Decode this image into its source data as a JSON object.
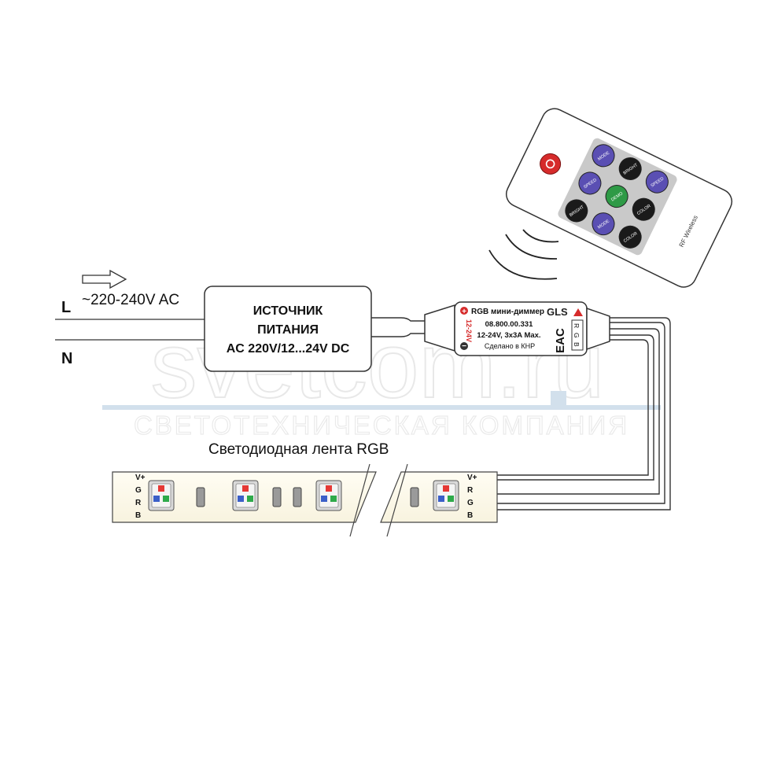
{
  "input": {
    "voltage_label": "~220-240V AC",
    "line_l": "L",
    "line_n": "N"
  },
  "psu": {
    "title_line1": "ИСТОЧНИК",
    "title_line2": "ПИТАНИЯ",
    "title_line3": "AC 220V/12...24V DC"
  },
  "dimmer": {
    "title": "RGB мини-диммер",
    "brand": "GLS",
    "article": "08.800.00.331",
    "rating": "12-24V,  3x3A Max.",
    "made_in": "Сделано в КНР",
    "cert": "EAC",
    "input_label": "12-24V",
    "plus_symbol": "+",
    "minus_symbol": "−",
    "pins": [
      "R",
      "G",
      "B"
    ]
  },
  "remote": {
    "buttons": [
      {
        "label": "MODE",
        "color": "#5a4fb3"
      },
      {
        "label": "SPEED",
        "color": "#5a4fb3"
      },
      {
        "label": "BRIGHT",
        "color": "#1a1a1a"
      },
      {
        "label": "BRIGHT",
        "color": "#1a1a1a"
      },
      {
        "label": "DEMO",
        "color": "#2e9a46"
      },
      {
        "label": "MODE",
        "color": "#5a4fb3"
      },
      {
        "label": "SPEED",
        "color": "#5a4fb3"
      },
      {
        "label": "COLOR",
        "color": "#1a1a1a"
      },
      {
        "label": "COLOR",
        "color": "#1a1a1a"
      }
    ],
    "power_color": "#d62b2b",
    "brand_text": "RF Wireless"
  },
  "strip": {
    "title": "Светодиодная лента RGB",
    "pins_left": [
      "V+",
      "G",
      "R",
      "B"
    ],
    "pins_right": [
      "V+",
      "R",
      "G",
      "B"
    ],
    "led_colors": {
      "red": "#e53935",
      "green": "#2eaa4a",
      "blue": "#3b5fc8"
    },
    "pad_color": "#f0a81c"
  },
  "watermark": {
    "brand": "svetcom.ru",
    "tagline": "СВЕТОТЕХНИЧЕСКАЯ КОМПАНИЯ"
  }
}
